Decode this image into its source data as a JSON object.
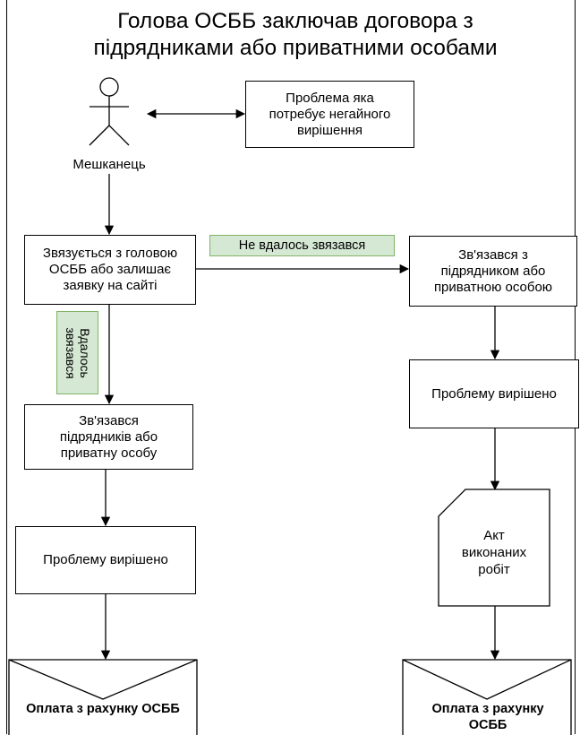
{
  "title": "Голова ОСББ заключав договора з підрядниками або приватними особами",
  "actor": {
    "label": "Мешканець"
  },
  "nodes": {
    "problem": "Проблема яка потребує негайного вирішення",
    "contacts_head": "Звязується з головою ОСББ або залишає заявку на сайті",
    "contacted_right": "Зв'язався з підрядником або приватною особою",
    "contacted_left": "Зв'язався підрядників або приватну особу",
    "solved_left": "Проблему вирішено",
    "solved_right": "Проблему вирішено",
    "act": "Акт виконаних робіт",
    "payment_left": "Оплата з рахунку ОСББ",
    "payment_right": "Оплата з рахунку ОСББ"
  },
  "edge_labels": {
    "failed": "Не вдалось звязався",
    "succeeded": "Вдалось\nзвязався"
  },
  "colors": {
    "label_fill": "#d5e8d4",
    "label_stroke": "#82b366",
    "stroke": "#000000"
  }
}
